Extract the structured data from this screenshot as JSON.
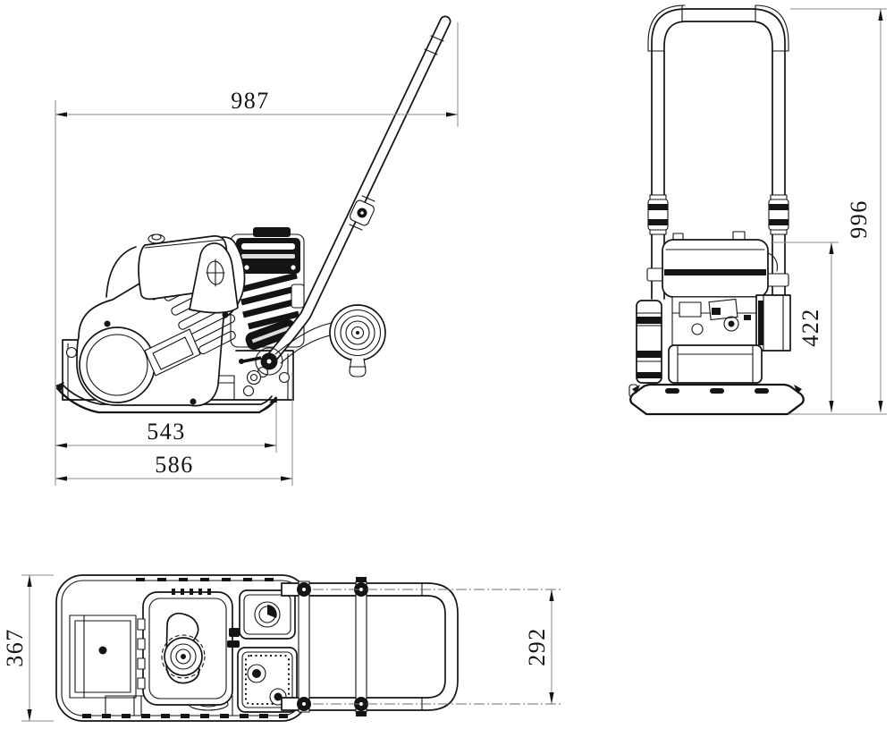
{
  "drawing": {
    "background": "#ffffff",
    "line_color": "#141414",
    "dim_line_color": "#8a8a8a",
    "dimensions": {
      "side_view": {
        "overall_length": "987",
        "base_flat_length": "543",
        "base_total_length": "586"
      },
      "rear_view": {
        "overall_height": "996",
        "body_height": "422"
      },
      "top_view": {
        "machine_width": "367",
        "handle_width": "292"
      }
    }
  }
}
